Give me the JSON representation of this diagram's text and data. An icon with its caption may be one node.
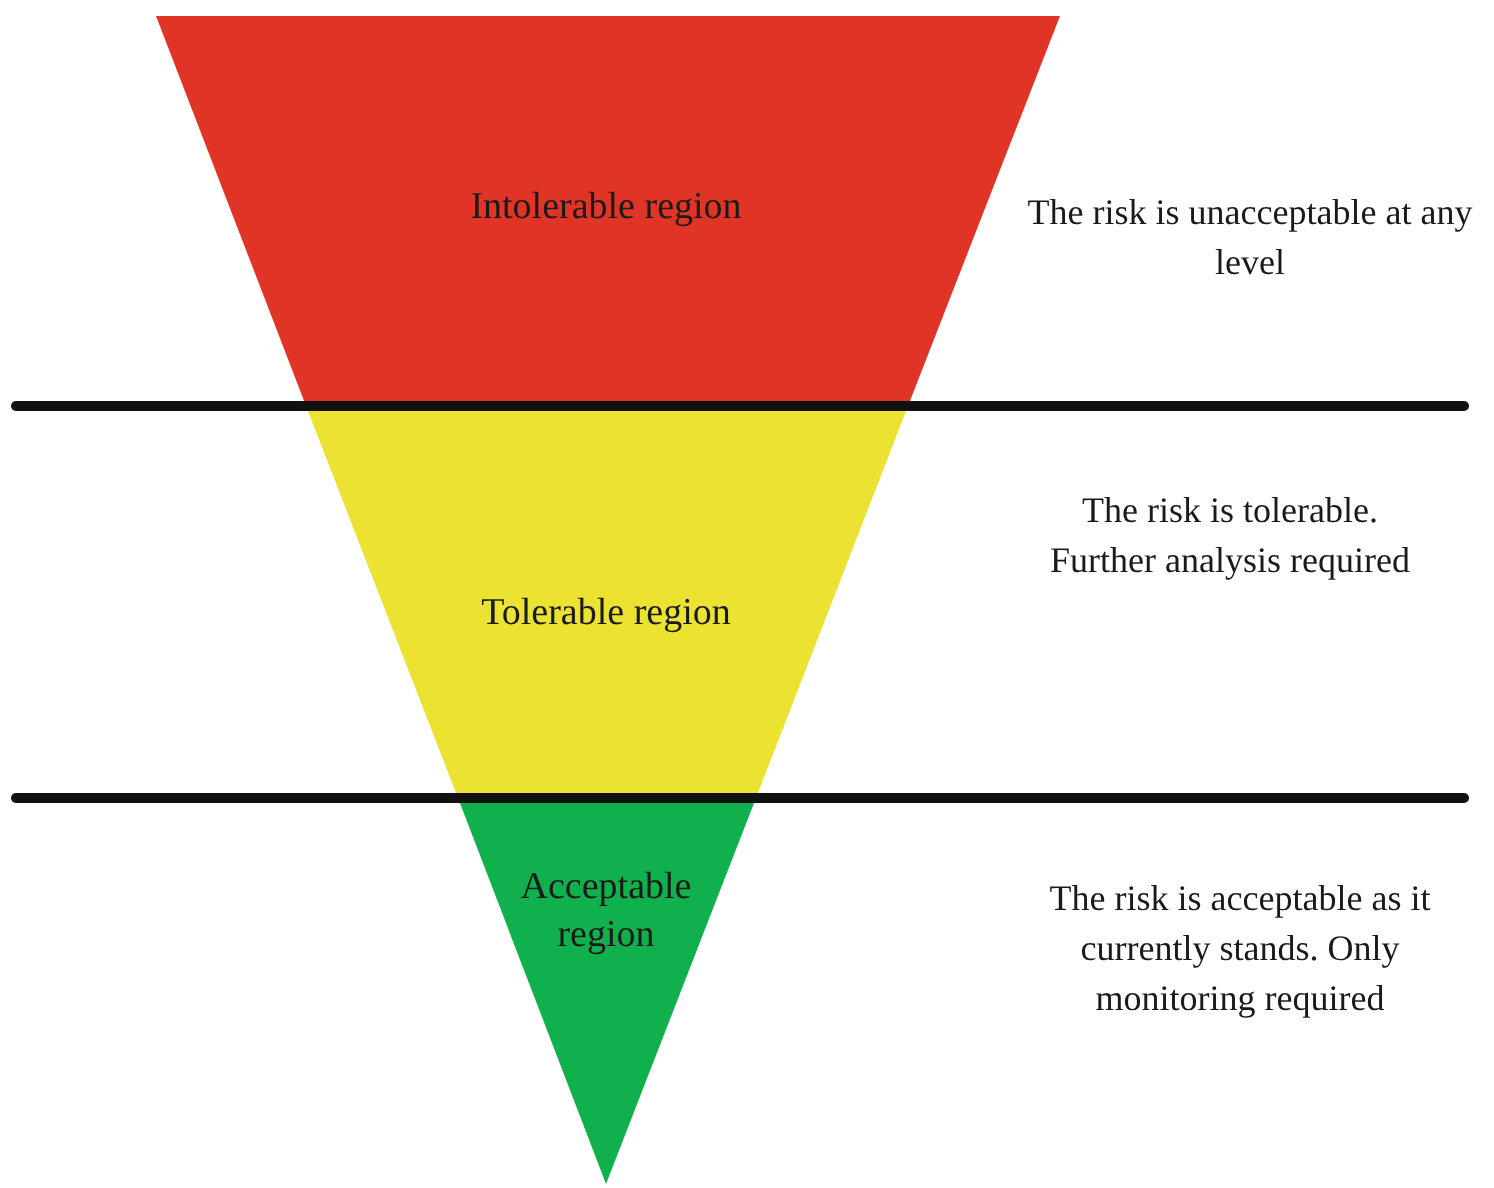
{
  "diagram": {
    "nodes": [
      {
        "text": [
          "Intolerable region"
        ]
      },
      {
        "text": [
          "Tolerable region"
        ]
      },
      {
        "text": [
          "Acceptable region"
        ]
      }
    ],
    "labels": [
      "The risk is unacceptable at any level",
      "The risk is tolerable. Further analysis required",
      "The risk is acceptable as it currently stands. Only monitoring required"
    ]
  }
}
